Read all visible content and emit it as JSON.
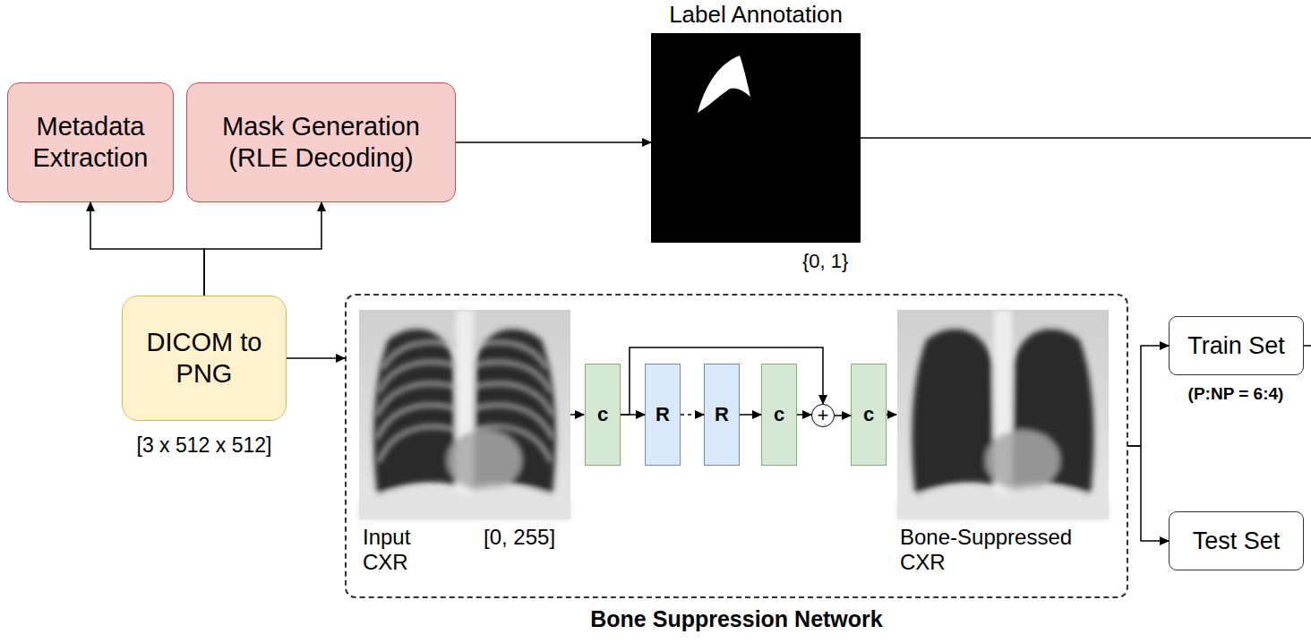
{
  "diagram": {
    "nodes": [
      {
        "text": [
          "Metadata Extraction"
        ]
      },
      {
        "text": [
          "Mask Generation (RLE Decoding)"
        ]
      },
      {
        "text": [
          "Label Annotation"
        ]
      },
      {
        "text": [
          "DICOM to PNG"
        ]
      },
      {
        "text": [
          "Bone Suppression Network"
        ]
      },
      {
        "text": [
          "c"
        ],
        "in": 4
      },
      {
        "text": [
          "R"
        ],
        "in": 4
      },
      {
        "text": [
          "R"
        ],
        "in": 4
      },
      {
        "text": [
          "c"
        ],
        "in": 4
      },
      {
        "text": [
          "+"
        ],
        "in": 4
      },
      {
        "text": [
          "c"
        ],
        "in": 4
      },
      {
        "text": [
          "Train Set"
        ]
      },
      {
        "text": [
          "Test Set"
        ]
      }
    ],
    "edges": [
      {
        "from": 3,
        "to": 0,
        "arrow": "to"
      },
      {
        "from": 3,
        "to": 1,
        "arrow": "to"
      },
      {
        "from": 1,
        "to": 2,
        "arrow": "to"
      },
      {
        "from": 3,
        "to": 4,
        "arrow": "to"
      },
      {
        "from": 5,
        "to": 6,
        "arrow": "to"
      },
      {
        "from": 6,
        "to": 7,
        "arrow": "to"
      },
      {
        "from": 7,
        "to": 8,
        "arrow": "to"
      },
      {
        "from": 8,
        "to": 9,
        "arrow": "to"
      },
      {
        "from": 5,
        "to": 9,
        "arrow": "to"
      },
      {
        "from": 9,
        "to": 10,
        "arrow": "to"
      },
      {
        "from": 4,
        "to": 11,
        "arrow": "to"
      },
      {
        "from": 4,
        "to": 12,
        "arrow": "to"
      }
    ],
    "labels": [
      "{0, 1}",
      "[3 x 512 x 512]",
      "Input CXR",
      "[0, 255]",
      "Bone-Suppressed CXR",
      "(P:NP = 6:4)"
    ]
  }
}
